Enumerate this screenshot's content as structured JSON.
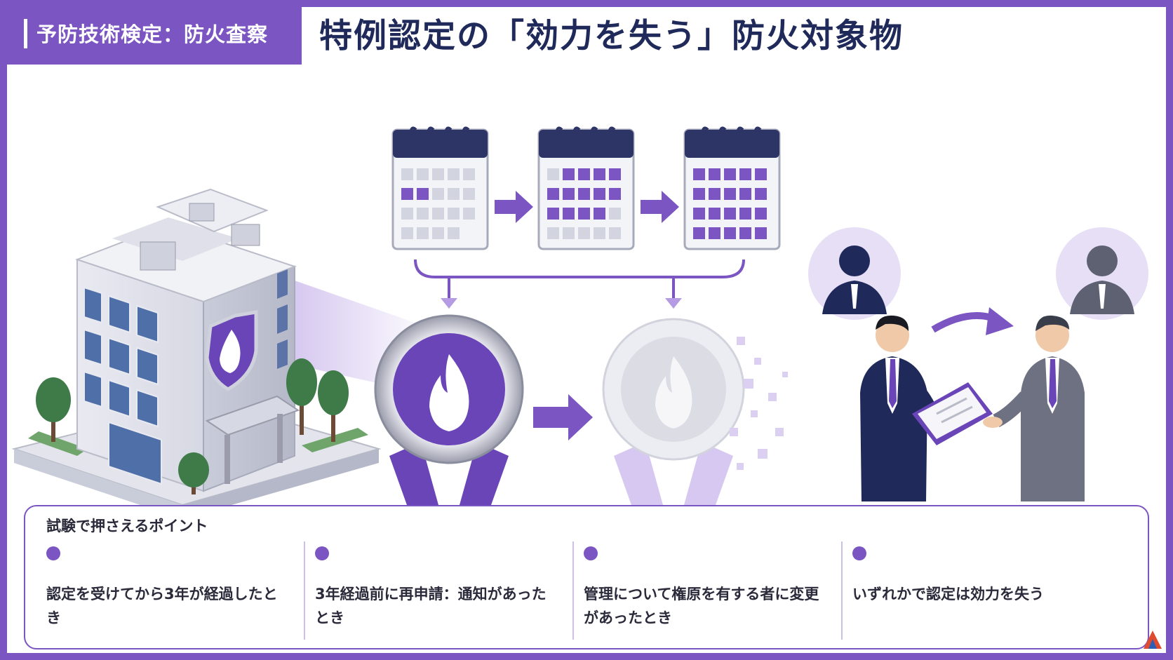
{
  "header": {
    "category": "予防技術検定：防火査察",
    "title": "特例認定の「効力を失う」防火対象物"
  },
  "points": {
    "heading": "試験で押さえるポイント",
    "items": [
      {
        "text": "認定を受けてから3年が経過したとき"
      },
      {
        "text": "3年経過前に再申請：通知があったとき"
      },
      {
        "text": "管理について権原を有する者に変更があったとき"
      },
      {
        "text": "いずれかで認定は効力を失う"
      }
    ]
  },
  "colors": {
    "accent": "#7b55c2",
    "navy": "#1f2a5a",
    "gray": "#b9bcc8"
  },
  "icons": {
    "building": "building-with-fire-shield",
    "calendars": [
      "calendar-icon",
      "calendar-icon",
      "calendar-icon"
    ],
    "valid_badge": "fire-award-badge-icon",
    "expired_badge": "faded-fire-award-badge-icon",
    "transfer": "handover-of-document-icon"
  }
}
